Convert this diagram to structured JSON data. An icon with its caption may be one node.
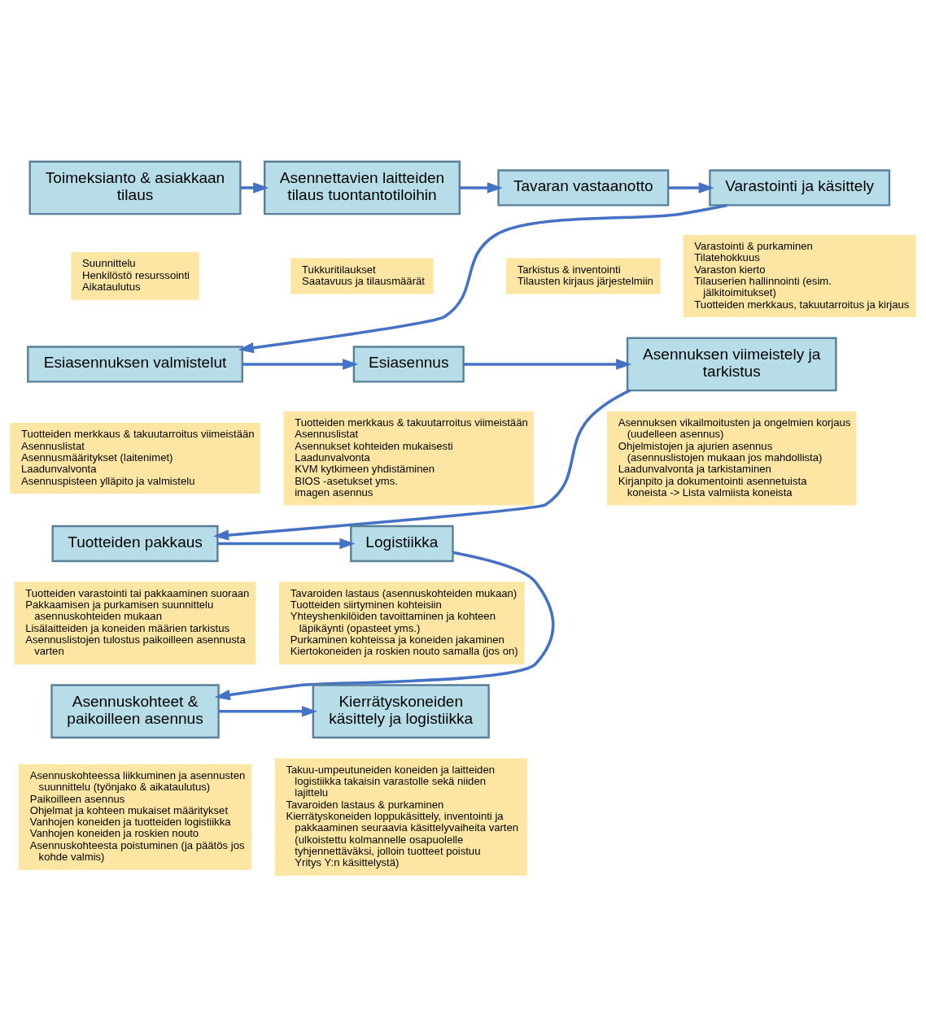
{
  "diagram": {
    "nodes": [
      {
        "text": [
          "Toimeksianto & asiakkaan tilaus"
        ]
      },
      {
        "text": [
          "Suunnittelu",
          "Henkilöstö resurssointi",
          "Aikataulutus"
        ]
      },
      {
        "text": [
          "Asennettavien laitteiden tilaus tuontantotiloihin"
        ]
      },
      {
        "text": [
          "Tukkuritilaukset",
          "Saatavuus ja tilausmäärät"
        ]
      },
      {
        "text": [
          "Tavaran vastaanotto"
        ]
      },
      {
        "text": [
          "Tarkistus & inventointi",
          "Tilausten kirjaus järjestelmiin"
        ]
      },
      {
        "text": [
          "Varastointi ja käsittely"
        ]
      },
      {
        "text": [
          "Varastointi & purkaminen",
          "Tilatehokkuus",
          "Varaston kierto",
          "Tilauserien hallinnointi (esim. jälkitoimitukset)",
          "Tuotteiden merkkaus, takuutarroitus ja kirjaus"
        ]
      },
      {
        "text": [
          "Esiasennuksen valmistelut"
        ]
      },
      {
        "text": [
          "Tuotteiden merkkaus & takuutarroitus viimeistään",
          "Asennuslistat",
          "Asennusmääritykset (laitenimet)",
          "Laadunvalvonta",
          "Asennuspisteen ylläpito ja valmistelu"
        ]
      },
      {
        "text": [
          "Esiasennus"
        ]
      },
      {
        "text": [
          "Tuotteiden merkkaus & takuutarroitus viimeistään",
          "Asennuslistat",
          "Asennukset kohteiden mukaisesti",
          "Laadunvalvonta",
          "KVM kytkimeen yhdistäminen",
          "BIOS -asetukset yms.",
          "imagen asennus"
        ]
      },
      {
        "text": [
          "Asennuksen viimeistely ja tarkistus"
        ]
      },
      {
        "text": [
          "Asennuksen vikailmoitusten ja ongelmien korjaus (uudelleen asennus)",
          "Ohjelmistojen ja ajurien asennus (asennuslistojen mukaan jos mahdollista)",
          "Laadunvalvonta ja tarkistaminen",
          "Kirjanpito ja dokumentointi asennetuista koneista -> Lista valmiista koneista"
        ]
      },
      {
        "text": [
          "Tuotteiden pakkaus"
        ]
      },
      {
        "text": [
          "Tuotteiden varastointi tai pakkaaminen suoraan",
          "Pakkaamisen ja purkamisen suunnittelu asennuskohteiden mukaan",
          "Lisälaitteiden ja koneiden määrien tarkistus",
          "Asennuslistojen tulostus paikoilleen asennusta varten"
        ]
      },
      {
        "text": [
          "Logistiikka"
        ]
      },
      {
        "text": [
          "Tavaroiden lastaus (asennuskohteiden mukaan)",
          "Tuotteiden siirtyminen kohteisiin",
          "Yhteyshenkilöiden tavoittaminen ja kohteen läpikäynti (opasteet yms.)",
          "Purkaminen kohteissa ja koneiden jakaminen",
          "Kiertokoneiden ja roskien nouto samalla (jos on)"
        ]
      },
      {
        "text": [
          "Asennuskohteet & paikoilleen asennus"
        ]
      },
      {
        "text": [
          "Asennuskohteessa liikkuminen ja asennusten suunnittelu (työnjako & aikataulutus)",
          "Paikoilleen asennus",
          "Ohjelmat ja kohteen mukaiset määritykset",
          "Vanhojen koneiden ja tuotteiden logistiikka",
          "Vanhojen koneiden ja roskien nouto",
          "Asennuskohteesta poistuminen (ja päätös jos kohde valmis)"
        ]
      },
      {
        "text": [
          "Kierrätyskoneiden käsittely ja logistiikka"
        ]
      },
      {
        "text": [
          "Takuu-umpeutuneiden koneiden ja laitteiden logistiikka takaisin varastolle sekä niiden lajittelu",
          "Tavaroiden lastaus & purkaminen",
          "Kierrätyskoneiden loppukäsittely, inventointi ja pakkaaminen seuraavia käsittelyvaiheita varten (ulkoistettu kolmannelle osapuolelle tyhjennettäväksi, jolloin tuotteet poistuu Yritys Y:n käsittelystä)"
        ]
      }
    ],
    "edges": [
      {
        "from": 0,
        "to": 2,
        "arrow": "to"
      },
      {
        "from": 2,
        "to": 4,
        "arrow": "to"
      },
      {
        "from": 4,
        "to": 6,
        "arrow": "to"
      },
      {
        "from": 6,
        "to": 8,
        "arrow": "to"
      },
      {
        "from": 8,
        "to": 10,
        "arrow": "to"
      },
      {
        "from": 10,
        "to": 12,
        "arrow": "to"
      },
      {
        "from": 12,
        "to": 14,
        "arrow": "to"
      },
      {
        "from": 14,
        "to": 16,
        "arrow": "to"
      },
      {
        "from": 16,
        "to": 18,
        "arrow": "to"
      },
      {
        "from": 18,
        "to": 20,
        "arrow": "to"
      }
    ]
  }
}
